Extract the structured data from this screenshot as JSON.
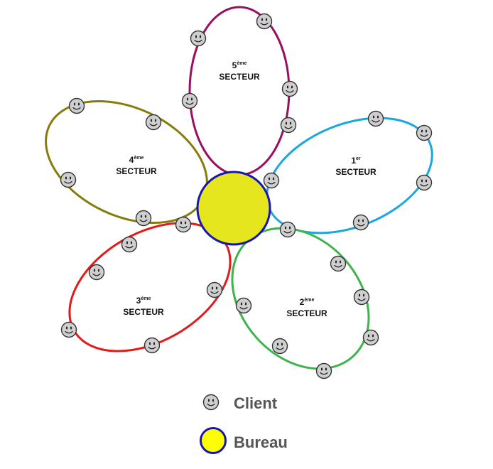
{
  "diagram": {
    "sectors": [
      {
        "number": "1",
        "suffix": "er",
        "label": "SECTEUR",
        "color": "#1aa7dd"
      },
      {
        "number": "2",
        "suffix": "ème",
        "label": "SECTEUR",
        "color": "#3fb44c"
      },
      {
        "number": "3",
        "suffix": "ème",
        "label": "SECTEUR",
        "color": "#e21a1a"
      },
      {
        "number": "4",
        "suffix": "ème",
        "label": "SECTEUR",
        "color": "#857c0c"
      },
      {
        "number": "5",
        "suffix": "ème",
        "label": "SECTEUR",
        "color": "#9a1060"
      }
    ],
    "bureau": {
      "fill": "#e6e61e",
      "stroke": "#1616b4"
    },
    "client_icon": {
      "icon": "smiley-face-icon",
      "fill": "#cfcfcf",
      "stroke": "#333333"
    }
  },
  "legend": {
    "client_label": "Client",
    "bureau_label": "Bureau",
    "bureau_fill": "#ffff00",
    "bureau_stroke": "#1616b4"
  }
}
